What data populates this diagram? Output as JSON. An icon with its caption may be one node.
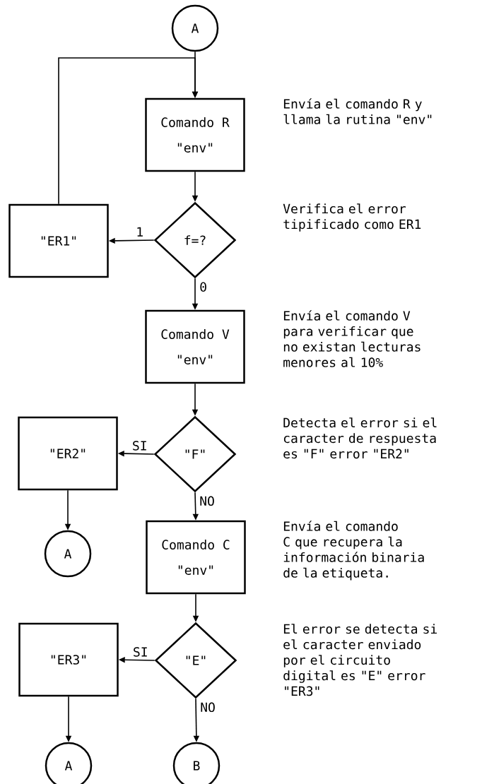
{
  "diagram": {
    "nodes": [
      {
        "text": [
          "A"
        ]
      },
      {
        "text": [
          "Comando R",
          "\"env\""
        ],
        "beside": [
          "Envía el comando R y llama la rutina \"env\""
        ]
      },
      {
        "text": [
          "f=?"
        ],
        "beside": [
          "Verifica el error tipificado como ER1"
        ]
      },
      {
        "text": [
          "\"ER1\""
        ]
      },
      {
        "text": [
          "Comando V",
          "\"env\""
        ],
        "beside": [
          "Envía el comando V para verificar que no existan lecturas menores al 10%"
        ]
      },
      {
        "text": [
          "\"F\""
        ],
        "beside": [
          "Detecta el error si el caracter de respuesta es \"F\" error \"ER2\""
        ]
      },
      {
        "text": [
          "\"ER2\""
        ]
      },
      {
        "text": [
          "A"
        ]
      },
      {
        "text": [
          "Comando C",
          "\"env\""
        ],
        "beside": [
          "Envía el comando C que recupera la información binaria de la etiqueta."
        ]
      },
      {
        "text": [
          "\"E\""
        ],
        "beside": [
          "El error se detecta si el caracter enviado por el circuito digital es \"E\" error \"ER3\""
        ]
      },
      {
        "text": [
          "\"ER3\""
        ]
      },
      {
        "text": [
          "A"
        ]
      },
      {
        "text": [
          "B"
        ]
      }
    ],
    "edges": [
      {
        "from": 0,
        "to": 1,
        "arrow": "to"
      },
      {
        "from": 1,
        "to": 2,
        "arrow": "to"
      },
      {
        "from": 2,
        "to": 3,
        "arrow": "to",
        "label": "1"
      },
      {
        "from": 3,
        "to": 1,
        "arrow": "to"
      },
      {
        "from": 2,
        "to": 4,
        "arrow": "to",
        "label": "0"
      },
      {
        "from": 4,
        "to": 5,
        "arrow": "to"
      },
      {
        "from": 5,
        "to": 6,
        "arrow": "to",
        "label": "SI"
      },
      {
        "from": 5,
        "to": 8,
        "arrow": "to",
        "label": "NO"
      },
      {
        "from": 6,
        "to": 7,
        "arrow": "to"
      },
      {
        "from": 8,
        "to": 9,
        "arrow": "to"
      },
      {
        "from": 9,
        "to": 10,
        "arrow": "to",
        "label": "SI"
      },
      {
        "from": 9,
        "to": 12,
        "arrow": "to",
        "label": "NO"
      },
      {
        "from": 10,
        "to": 11,
        "arrow": "to"
      }
    ]
  }
}
